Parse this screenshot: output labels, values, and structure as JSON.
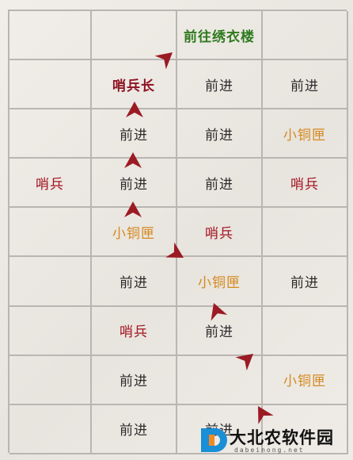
{
  "rows": [
    [
      null,
      null,
      {
        "text": "前往绣衣楼",
        "kind": "goal"
      },
      null
    ],
    [
      null,
      {
        "text": "哨兵长",
        "kind": "captain"
      },
      {
        "text": "前进",
        "kind": "advance"
      },
      {
        "text": "前进",
        "kind": "advance"
      }
    ],
    [
      null,
      {
        "text": "前进",
        "kind": "advance"
      },
      {
        "text": "前进",
        "kind": "advance"
      },
      {
        "text": "小铜匣",
        "kind": "chest"
      }
    ],
    [
      {
        "text": "哨兵",
        "kind": "sentry"
      },
      {
        "text": "前进",
        "kind": "advance"
      },
      {
        "text": "前进",
        "kind": "advance"
      },
      {
        "text": "哨兵",
        "kind": "sentry"
      }
    ],
    [
      null,
      {
        "text": "小铜匣",
        "kind": "chest"
      },
      {
        "text": "哨兵",
        "kind": "sentry"
      },
      null
    ],
    [
      null,
      {
        "text": "前进",
        "kind": "advance"
      },
      {
        "text": "小铜匣",
        "kind": "chest"
      },
      {
        "text": "前进",
        "kind": "advance"
      }
    ],
    [
      null,
      {
        "text": "哨兵",
        "kind": "sentry"
      },
      {
        "text": "前进",
        "kind": "advance"
      },
      null
    ],
    [
      null,
      {
        "text": "前进",
        "kind": "advance"
      },
      null,
      {
        "text": "小铜匣",
        "kind": "chest"
      }
    ],
    [
      null,
      {
        "text": "前进",
        "kind": "advance"
      },
      {
        "text": "前进",
        "kind": "advance"
      },
      null
    ]
  ],
  "colors": {
    "advance": "#2c2c2c",
    "sentry": "#a31420",
    "captain": "#8e1322",
    "chest": "#d4891e",
    "goal": "#2f7a1f",
    "arrow": "#9b1b24",
    "grid": "#b9b6b2"
  },
  "arrow_icon": "path-arrow-icon",
  "watermark": {
    "name": "大北农软件园",
    "sub": "dabeinong.net"
  }
}
